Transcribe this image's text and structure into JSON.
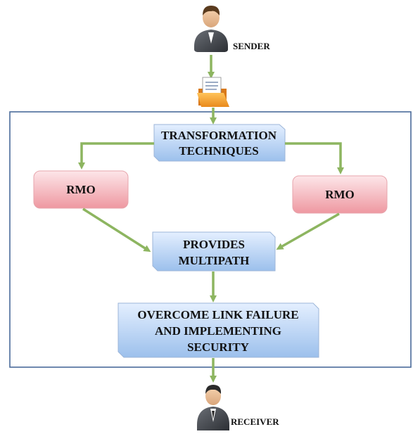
{
  "diagram": {
    "sender_label": "SENDER",
    "receiver_label": "RECEIVER",
    "transformation_line1": "TRANSFORMATION",
    "transformation_line2": "TECHNIQUES",
    "rmo_left_label": "RMO",
    "rmo_right_label": "RMO",
    "multipath_line1": "PROVIDES",
    "multipath_line2": "MULTIPATH",
    "security_line1": "OVERCOME LINK FAILURE",
    "security_line2": "AND IMPLEMENTING",
    "security_line3": "SECURITY"
  },
  "colors": {
    "arrow": "#8db560",
    "frame": "#4a6a9a",
    "blue_box_top": "#dce9fb",
    "blue_box_bottom": "#9fc2ec",
    "red_box_top": "#fde3e6",
    "red_box_bottom": "#f19aa3",
    "folder": "#f2a33a"
  },
  "icons": {
    "sender": "person-icon",
    "document": "folder-document-icon",
    "receiver": "person-icon"
  }
}
